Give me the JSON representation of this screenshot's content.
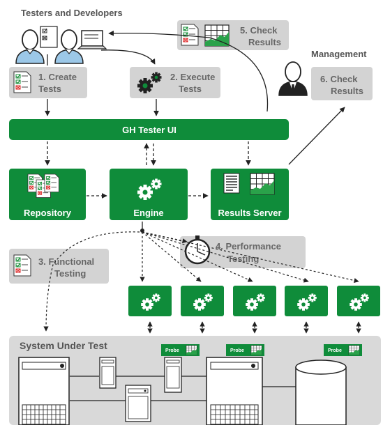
{
  "headings": {
    "testers": "Testers and Developers",
    "management": "Management"
  },
  "steps": {
    "create": [
      "1. Create",
      "Tests"
    ],
    "execute": [
      "2. Execute",
      "Tests"
    ],
    "functional": [
      "3. Functional",
      "Testing"
    ],
    "performance": [
      "4. Performance",
      "Testing"
    ],
    "check5": [
      "5. Check",
      "Results"
    ],
    "check6": [
      "6. Check",
      "Results"
    ]
  },
  "ui_bar": "GH Tester UI",
  "components": {
    "repository": "Repository",
    "engine": "Engine",
    "results_server": "Results Server"
  },
  "sut_title": "System Under Test",
  "probe_label": "Probe",
  "colors": {
    "green": "#0f8c3a",
    "grey_box": "#d3d3d3",
    "sut_bg": "#d9d9d9",
    "arrow": "#222222"
  },
  "icons": [
    "user-icon",
    "gear-icon",
    "document-icon",
    "chart-icon",
    "stopwatch-icon",
    "server-icon",
    "database-icon"
  ]
}
